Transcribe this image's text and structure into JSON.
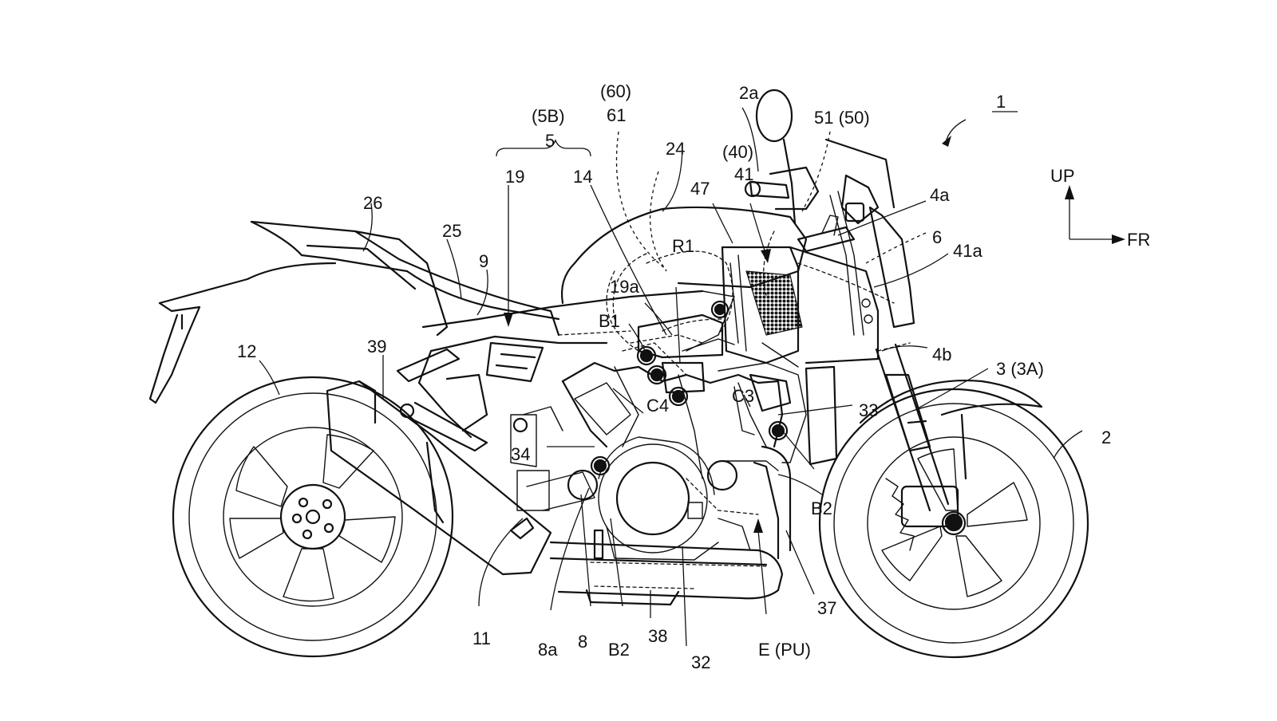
{
  "figure": {
    "reference": "1",
    "direction": {
      "up": "UP",
      "front": "FR"
    },
    "labels": {
      "l1": "1",
      "l2": "2",
      "l2a": "2a",
      "l3": "3 (3A)",
      "l4a": "4a",
      "l4b": "4b",
      "l5": "5",
      "l5B": "(5B)",
      "l6": "6",
      "l8": "8",
      "l8a": "8a",
      "l9": "9",
      "l11": "11",
      "l12": "12",
      "l14": "14",
      "l19": "19",
      "l19a": "19a",
      "l24": "24",
      "l25": "25",
      "l26": "26",
      "l32": "32",
      "l33": "33",
      "l34": "34",
      "l37": "37",
      "l38": "38",
      "l39": "39",
      "l40": "(40)",
      "l41": "41",
      "l41a": "41a",
      "l47": "47",
      "l51": "51 (50)",
      "l60": "(60)",
      "l61": "61",
      "lR1": "R1",
      "lB1": "B1",
      "lB2a": "B2",
      "lB2b": "B2",
      "lC3": "C3",
      "lC4": "C4",
      "lE": "E (PU)"
    }
  }
}
